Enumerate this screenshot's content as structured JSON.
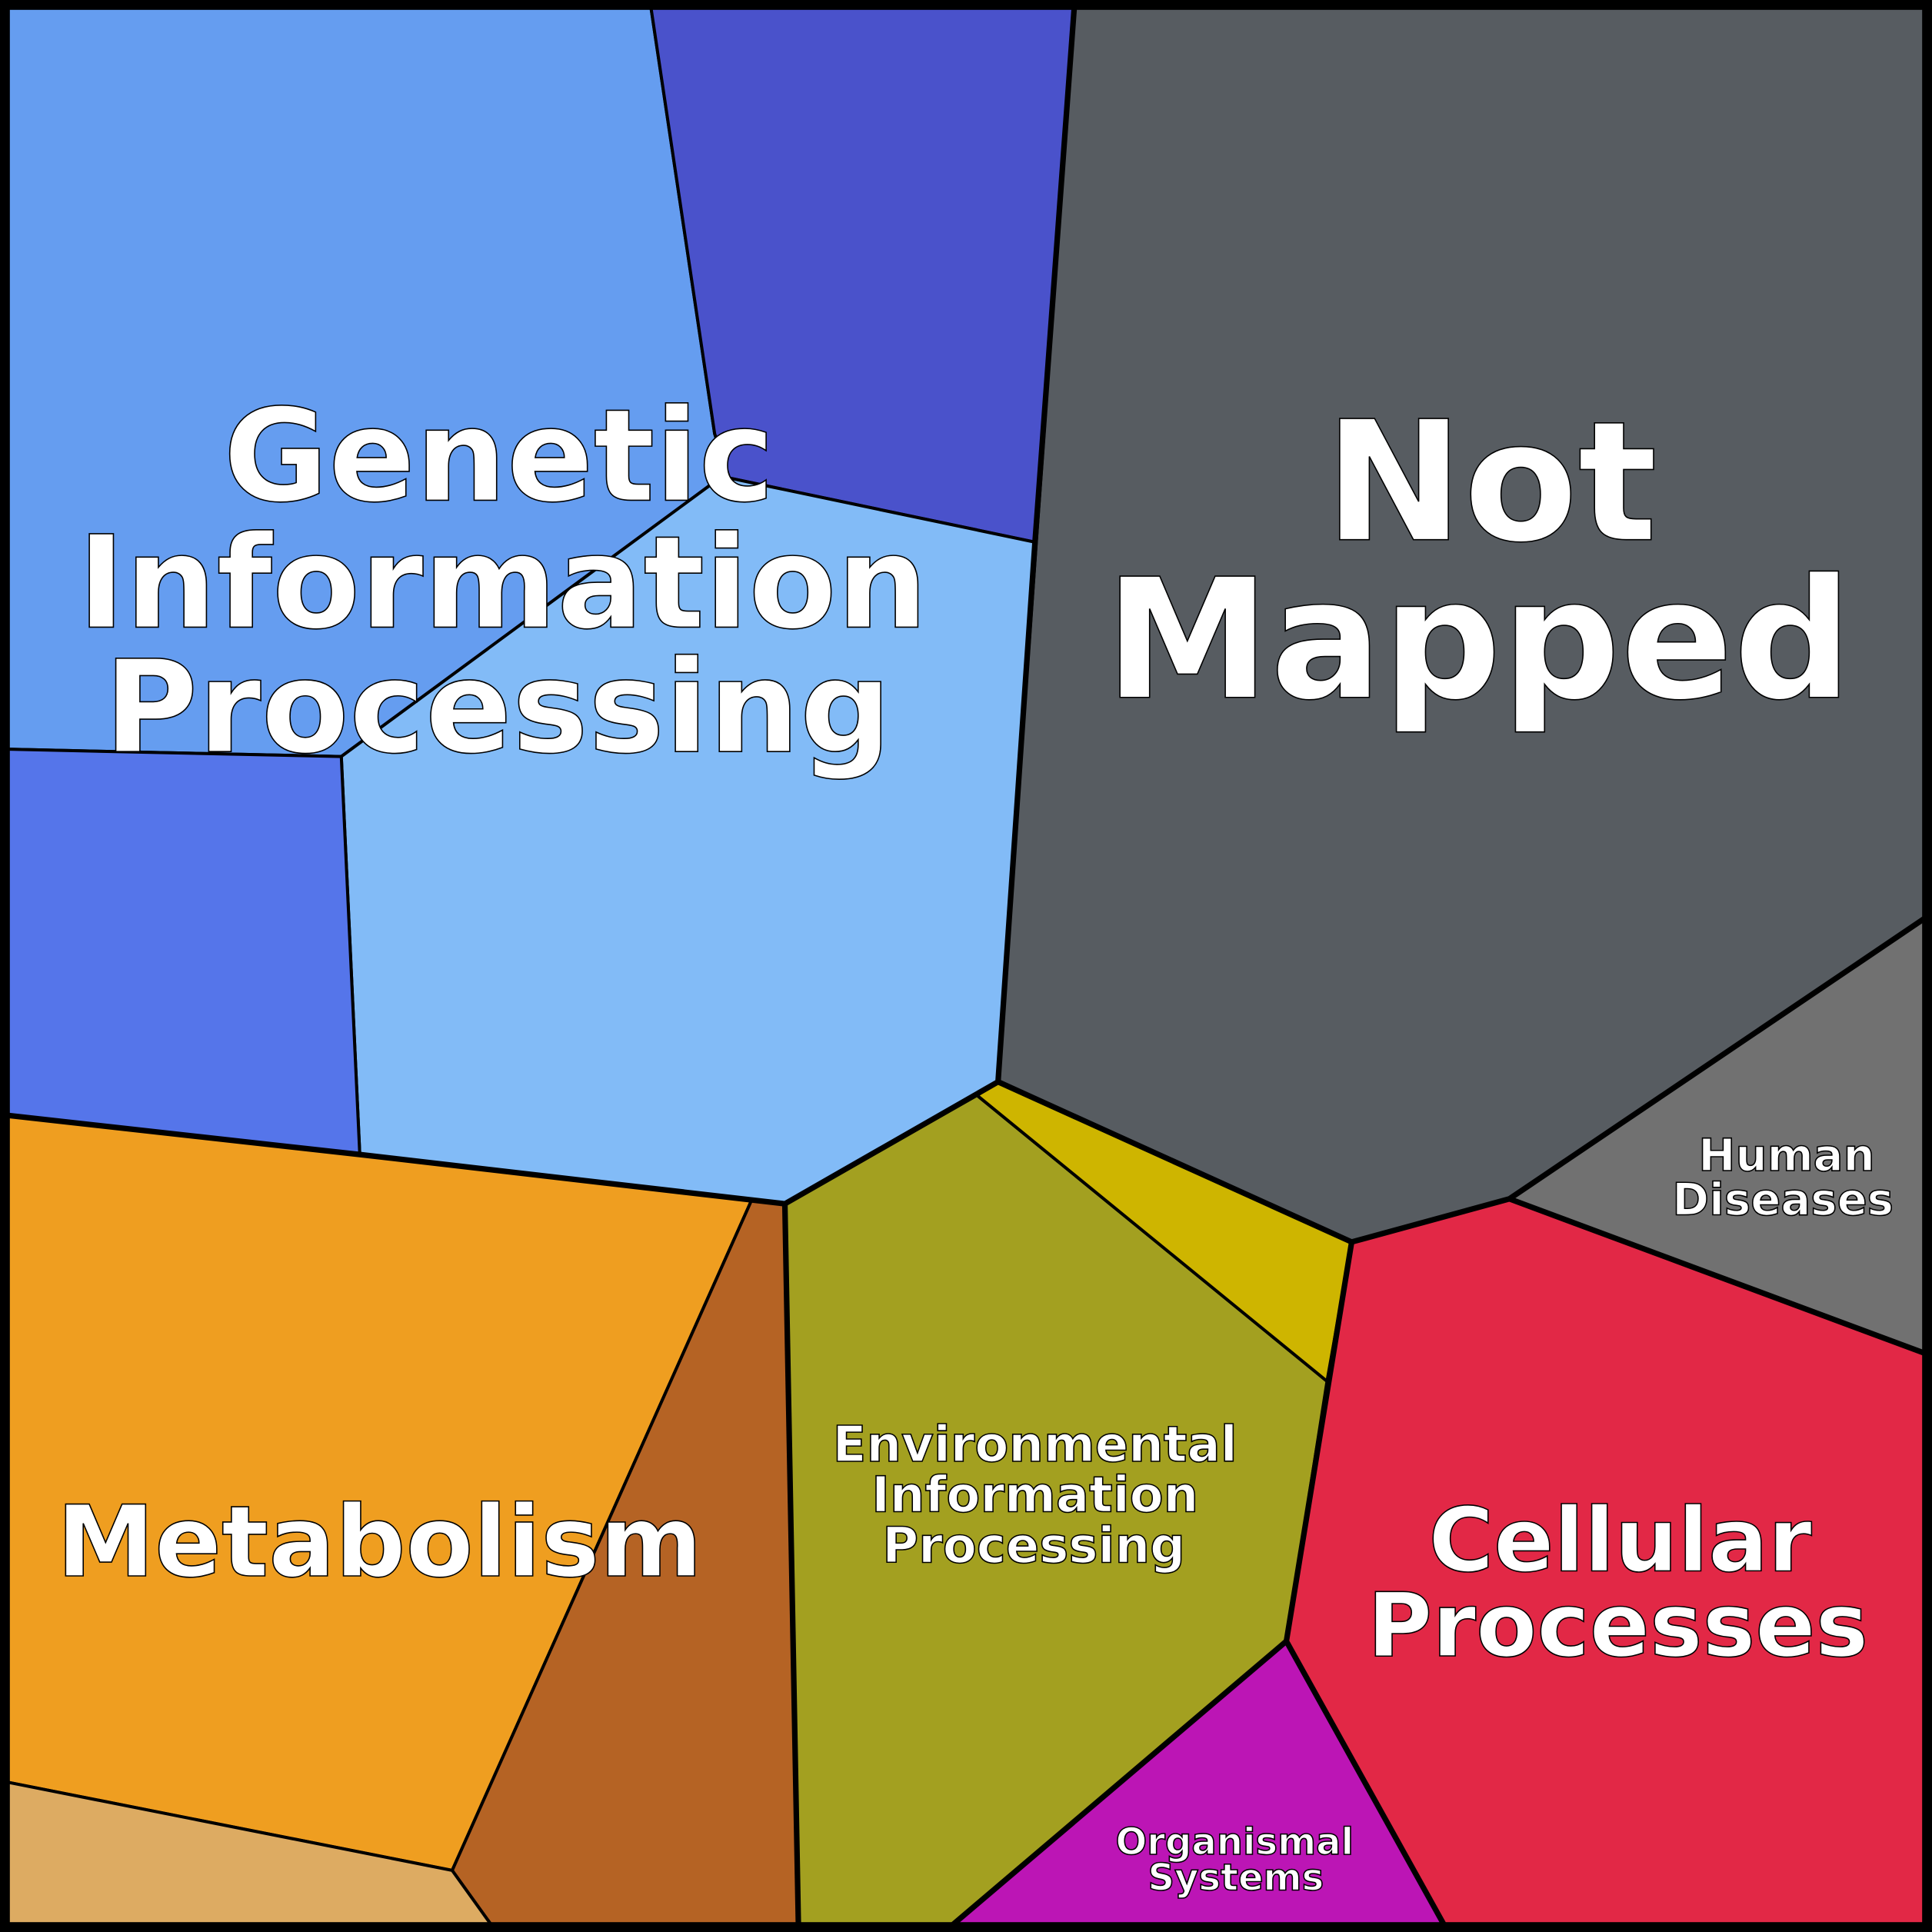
{
  "title": "KEGG Voronoi treemap",
  "colors": {
    "genetic_main": "#659DF0",
    "genetic_dark": "#4A52CB",
    "genetic_light": "#82BBF7",
    "genetic_blue": "#5575EA",
    "not_mapped": "#575C61",
    "human_diseases": "#717171",
    "cellular": "#E22846",
    "organismal": "#BC15B5",
    "environmental": "#A3A020",
    "environmental_yellow": "#CEB500",
    "metabolism": "#EF9E20",
    "metabolism_brown": "#B56324",
    "metabolism_tan": "#DDAB62"
  },
  "labels": {
    "genetic": [
      "Genetic",
      "Information",
      "Processing"
    ],
    "not_mapped": [
      "Not",
      "Mapped"
    ],
    "human_diseases": [
      "Human",
      "Diseases"
    ],
    "environmental": [
      "Environmental",
      "Information",
      "Processing"
    ],
    "metabolism": [
      "Metabolism"
    ],
    "cellular": [
      "Cellular",
      "Processes"
    ],
    "organismal": [
      "Organismal",
      "Systems"
    ]
  }
}
